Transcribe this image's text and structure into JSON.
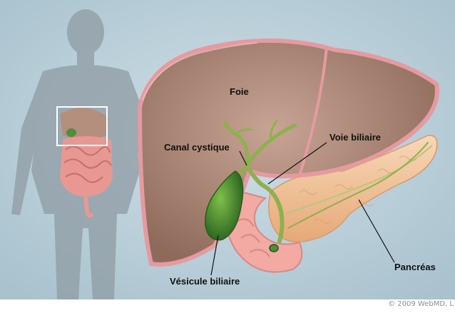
{
  "labels": {
    "foie": "Foie",
    "canal_cystique": "Canal cystique",
    "voie_biliaire": "Voie biliaire",
    "pancreas": "Pancréas",
    "vesicule_biliaire": "Vésicule biliaire"
  },
  "copyright": "© 2009 WebMD, L",
  "colors": {
    "background": "#b6ccd7",
    "silhouette": "#8f9ca4",
    "liver": "#a88473",
    "gallbladder": "#4f8f3a",
    "bile_duct": "#8fb04e",
    "pancreas": "#f0c39a",
    "intestine": "#f2a7a2"
  }
}
